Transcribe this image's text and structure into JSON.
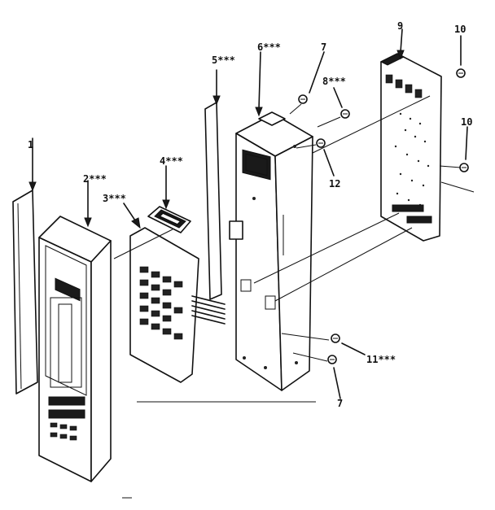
{
  "callouts": {
    "c1": "1",
    "c2": "2***",
    "c3": "3***",
    "c4": "4***",
    "c5": "5***",
    "c6": "6***",
    "c7a": "7",
    "c7b": "7",
    "c8": "8***",
    "c9": "9",
    "c10a": "10",
    "c10b": "10",
    "c11": "11***",
    "c12": "12"
  }
}
